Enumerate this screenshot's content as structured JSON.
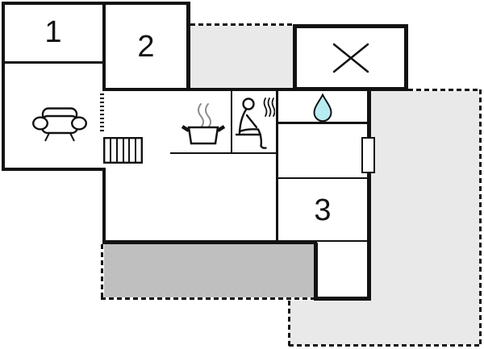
{
  "page": {
    "title": "Holiday home floor plan"
  },
  "rooms": [
    {
      "name": "room-1",
      "label": "1"
    },
    {
      "name": "room-2",
      "label": "2"
    },
    {
      "name": "room-3",
      "label": "3"
    }
  ],
  "symbols": {
    "sofa": "sofa-icon",
    "door_opening": "door-opening-ticks",
    "stairs": "stairs-icon",
    "cooktop": "cooking-pot-icon",
    "sauna": "sauna-person-icon",
    "bathroom": "water-drop-icon",
    "skylight": "x-cross-icon",
    "window": "window-marker"
  },
  "areas": {
    "terrace_top": "terrace-top",
    "terrace_right": "terrace-right",
    "patio_bottom": "patio-bottom"
  },
  "colors": {
    "wall": "#121212",
    "terrace-light": "#e9e9e9",
    "patio-dark": "#bfbfbf",
    "drop-fill": "#b6ecf2",
    "steam-gray": "#8c8c8c",
    "background": "#ffffff"
  }
}
